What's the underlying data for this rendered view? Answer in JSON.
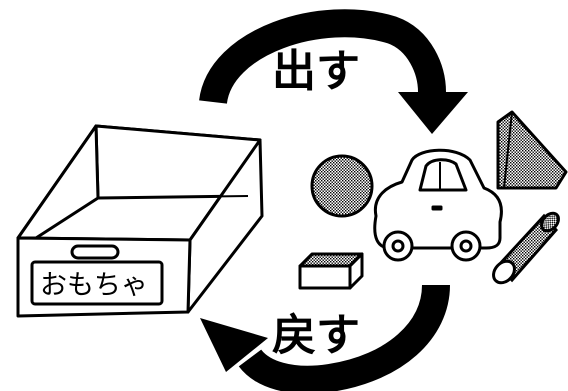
{
  "labels": {
    "take_out": "出す",
    "put_back": "戻す",
    "box_label": "おもちゃ"
  },
  "icons": {
    "box": "toy-box",
    "arrow_top": "curved-arrow-clockwise",
    "arrow_bottom": "curved-arrow-clockwise",
    "ball": "ball",
    "car": "toy-car",
    "block_triangle": "triangle-block",
    "block_cylinder": "cylinder-block",
    "block_rect": "rectangular-block"
  },
  "colors": {
    "ink": "#000000",
    "paper": "#ffffff",
    "stipple": "#b0b0b0"
  }
}
